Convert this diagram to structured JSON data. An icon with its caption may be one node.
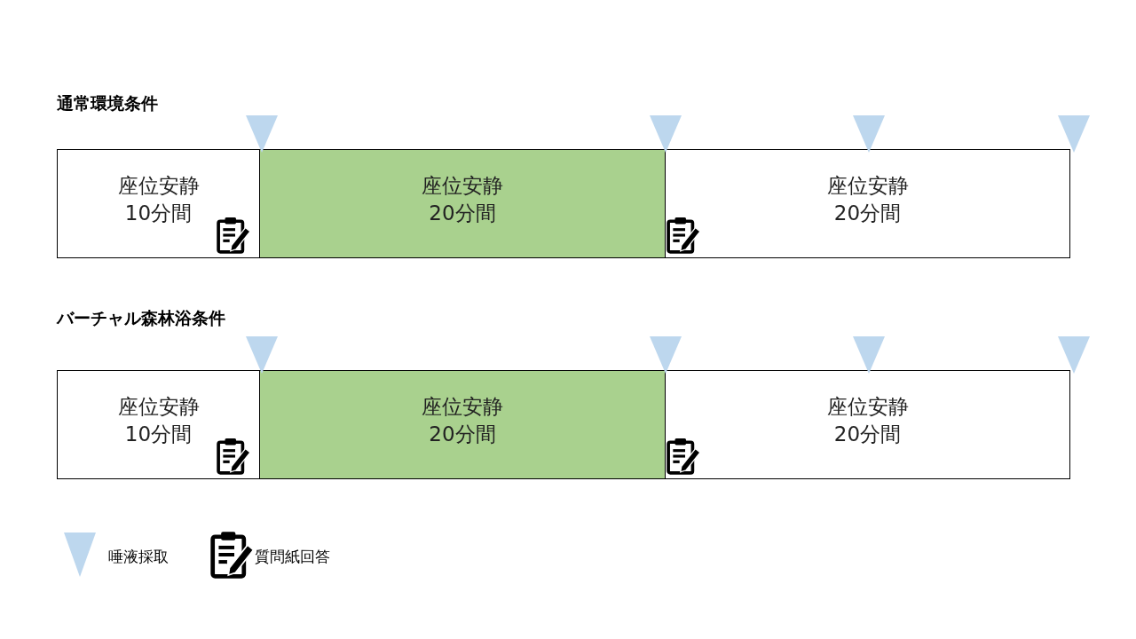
{
  "diagram": {
    "nodes": [
      {
        "text": [
          "座位安静",
          "10分間"
        ]
      },
      {
        "text": [
          "座位安静",
          "20分間"
        ]
      },
      {
        "text": [
          "座位安静",
          "20分間"
        ]
      },
      {
        "text": [
          "座位安静",
          "10分間"
        ]
      },
      {
        "text": [
          "座位安静",
          "20分間"
        ]
      },
      {
        "text": [
          "座位安静",
          "20分間"
        ]
      }
    ],
    "labels": [
      "通常環境条件",
      "バーチャル森林浴条件"
    ],
    "legend": [
      {
        "text": "唾液採取"
      },
      {
        "text": "質問紙回答"
      }
    ]
  }
}
